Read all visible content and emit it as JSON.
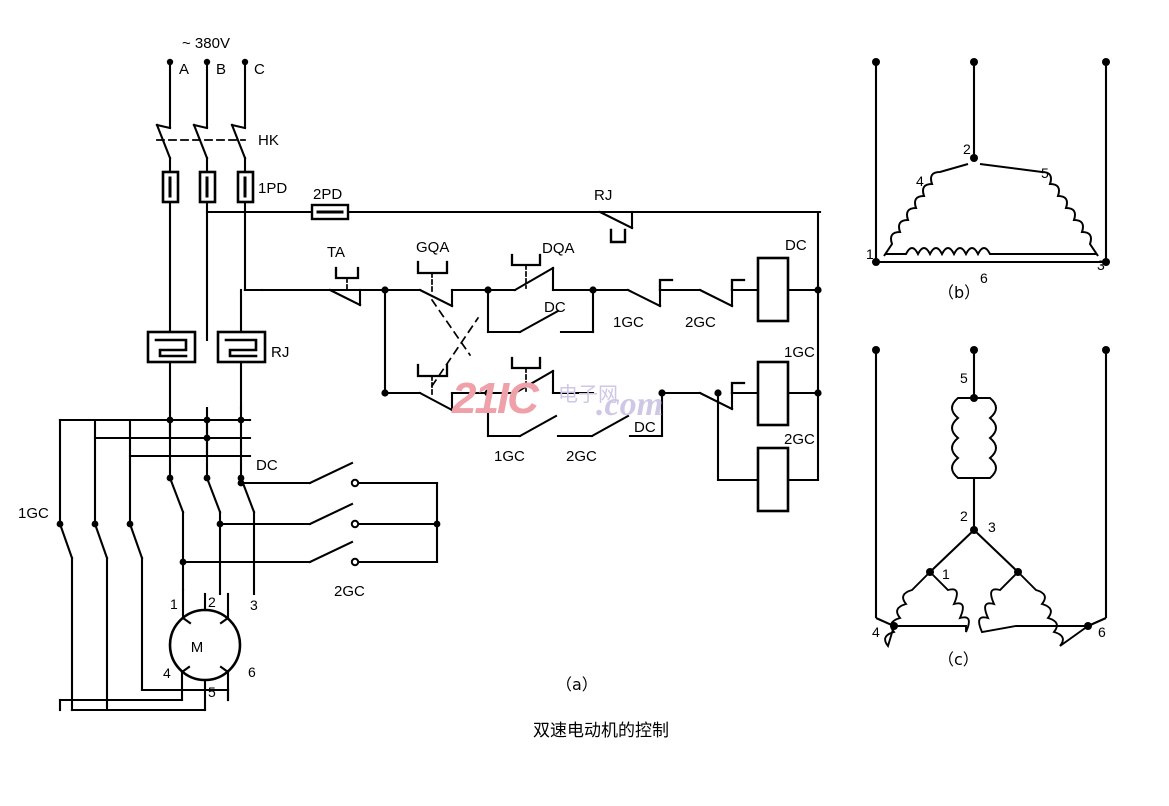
{
  "figure": {
    "caption": "双速电动机的控制",
    "sub_a": "（a）",
    "sub_b": "（b）",
    "sub_c": "（c）"
  },
  "power": {
    "supply_label": "~ 380V",
    "phase_a": "A",
    "phase_b": "B",
    "phase_c": "C",
    "main_switch": "HK",
    "main_fuse": "1PD",
    "control_fuse": "2PD"
  },
  "main_circuit": {
    "thermal_relay": "RJ",
    "contactor_dc": "DC",
    "contactor_1gc": "1GC",
    "contactor_2gc": "2GC",
    "motor": "M",
    "motor_terminals": [
      "1",
      "2",
      "3",
      "4",
      "5",
      "6"
    ]
  },
  "control_circuit": {
    "relay_nc": "RJ",
    "button_ta": "TA",
    "button_gqa": "GQA",
    "button_dqa": "DQA",
    "aux_dc": "DC",
    "aux_1gc": "1GC",
    "aux_2gc": "2GC",
    "coil_dc": "DC",
    "coil_1gc": "1GC",
    "coil_2gc": "2GC"
  },
  "winding_delta": {
    "terminals": [
      "1",
      "2",
      "3"
    ],
    "windings": [
      "4",
      "5",
      "6"
    ]
  },
  "winding_star": {
    "center": [
      "1",
      "2",
      "3"
    ],
    "outer": [
      "4",
      "5",
      "6"
    ]
  },
  "watermark": {
    "brand": "21IC",
    "domain": ".com",
    "cn": "电子网"
  }
}
